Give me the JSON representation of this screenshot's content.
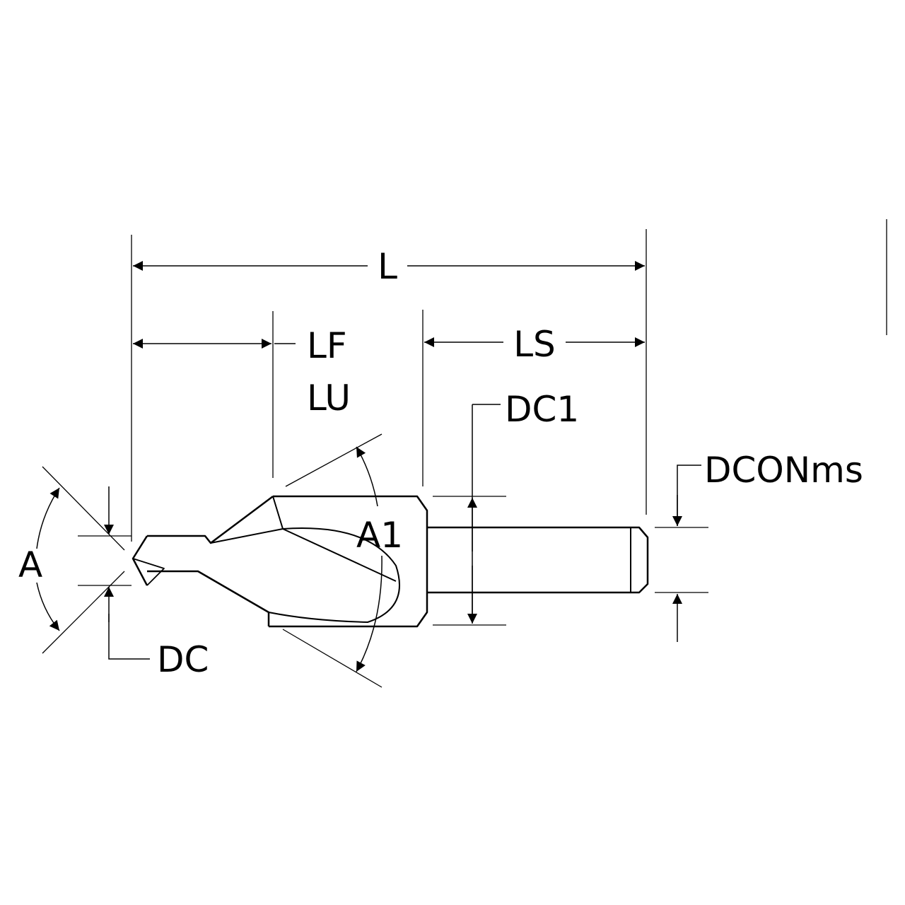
{
  "colors": {
    "line": "#000000",
    "background": "#ffffff"
  },
  "labels": {
    "L": "L",
    "LF": "LF",
    "LU": "LU",
    "LS": "LS",
    "DC1": "DC1",
    "DCONms": "DCONms",
    "A": "A",
    "A1": "A1",
    "DC": "DC"
  }
}
